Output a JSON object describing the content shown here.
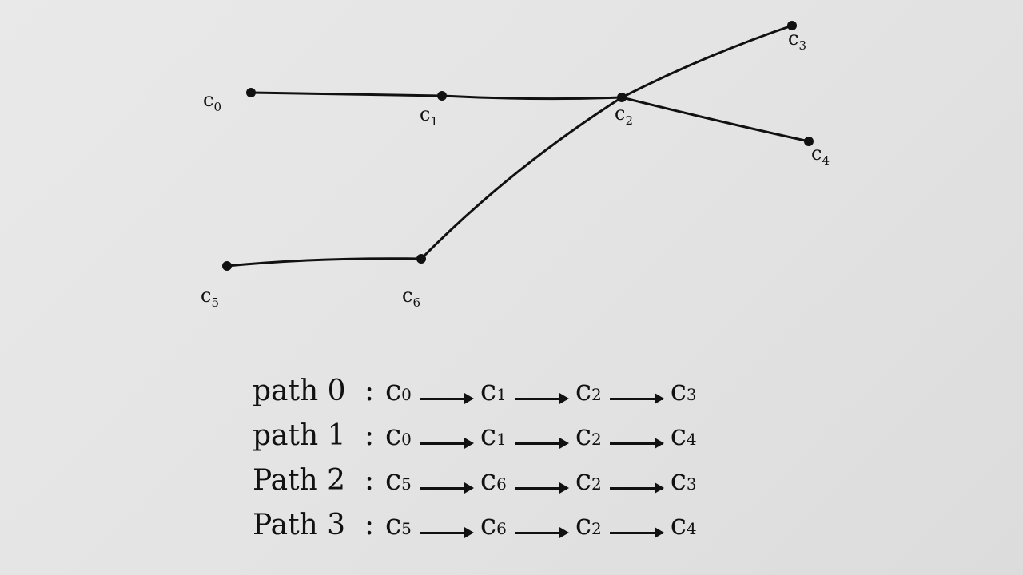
{
  "graph": {
    "nodes": [
      {
        "id": "c0",
        "letter": "c",
        "sub": "0"
      },
      {
        "id": "c1",
        "letter": "c",
        "sub": "1"
      },
      {
        "id": "c2",
        "letter": "c",
        "sub": "2"
      },
      {
        "id": "c3",
        "letter": "c",
        "sub": "3"
      },
      {
        "id": "c4",
        "letter": "c",
        "sub": "4"
      },
      {
        "id": "c5",
        "letter": "c",
        "sub": "5"
      },
      {
        "id": "c6",
        "letter": "c",
        "sub": "6"
      }
    ],
    "edges": [
      [
        "c0",
        "c1"
      ],
      [
        "c1",
        "c2"
      ],
      [
        "c2",
        "c3"
      ],
      [
        "c2",
        "c4"
      ],
      [
        "c5",
        "c6"
      ],
      [
        "c6",
        "c2"
      ]
    ]
  },
  "paths": [
    {
      "label": "path 0",
      "colon": ":",
      "steps": [
        {
          "letter": "c",
          "sub": "0"
        },
        {
          "letter": "c",
          "sub": "1"
        },
        {
          "letter": "c",
          "sub": "2"
        },
        {
          "letter": "c",
          "sub": "3"
        }
      ]
    },
    {
      "label": "path 1",
      "colon": ":",
      "steps": [
        {
          "letter": "c",
          "sub": "0"
        },
        {
          "letter": "c",
          "sub": "1"
        },
        {
          "letter": "c",
          "sub": "2"
        },
        {
          "letter": "c",
          "sub": "4"
        }
      ]
    },
    {
      "label": "Path 2",
      "colon": ":",
      "steps": [
        {
          "letter": "c",
          "sub": "5"
        },
        {
          "letter": "c",
          "sub": "6"
        },
        {
          "letter": "c",
          "sub": "2"
        },
        {
          "letter": "c",
          "sub": "3"
        }
      ]
    },
    {
      "label": "Path 3",
      "colon": ":",
      "steps": [
        {
          "letter": "c",
          "sub": "5"
        },
        {
          "letter": "c",
          "sub": "6"
        },
        {
          "letter": "c",
          "sub": "2"
        },
        {
          "letter": "c",
          "sub": "4"
        }
      ]
    }
  ]
}
